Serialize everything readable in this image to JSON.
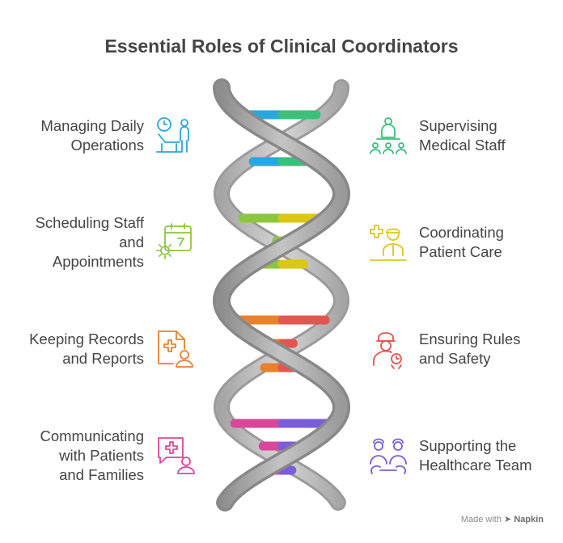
{
  "title": "Essential Roles of Clinical Coordinators",
  "roles_left": [
    {
      "lines": [
        "Managing Daily",
        "Operations"
      ],
      "icon": "clock-desk-person-icon",
      "color": "#2aa7dd"
    },
    {
      "lines": [
        "Scheduling Staff",
        "and",
        "Appointments"
      ],
      "icon": "calendar-gear-icon",
      "color": "#8cc63f"
    },
    {
      "lines": [
        "Keeping Records",
        "and Reports"
      ],
      "icon": "medical-document-person-icon",
      "color": "#e8822d"
    },
    {
      "lines": [
        "Communicating",
        "with Patients",
        "and Families"
      ],
      "icon": "chat-medical-person-icon",
      "color": "#d9479b"
    }
  ],
  "roles_right": [
    {
      "lines": [
        "Supervising",
        "Medical Staff"
      ],
      "icon": "supervisor-team-icon",
      "color": "#3dbf7c"
    },
    {
      "lines": [
        "Coordinating",
        "Patient Care"
      ],
      "icon": "nurse-cross-icon",
      "color": "#dbc714"
    },
    {
      "lines": [
        "Ensuring Rules",
        "and Safety"
      ],
      "icon": "inspector-badge-icon",
      "color": "#e25651"
    },
    {
      "lines": [
        "Supporting the",
        "Healthcare Team"
      ],
      "icon": "team-support-icon",
      "color": "#7b5cdb"
    }
  ],
  "credit": {
    "prefix": "Made with",
    "brand": "Napkin"
  }
}
